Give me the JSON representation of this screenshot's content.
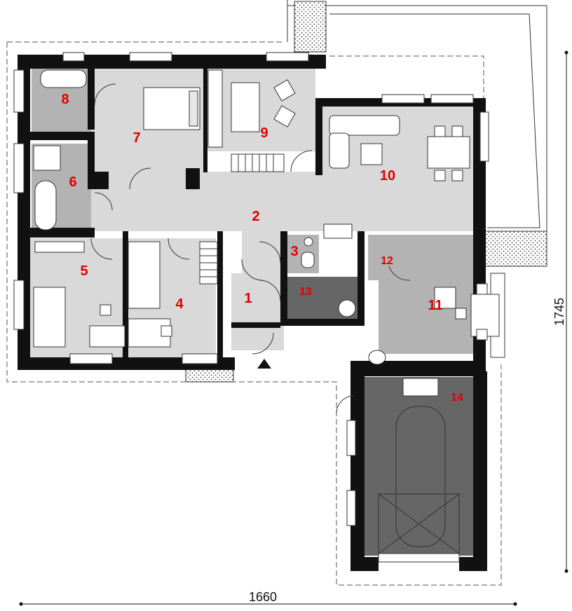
{
  "plan": {
    "rooms": [
      {
        "id": "1",
        "label": "1"
      },
      {
        "id": "2",
        "label": "2"
      },
      {
        "id": "3",
        "label": "3"
      },
      {
        "id": "4",
        "label": "4"
      },
      {
        "id": "5",
        "label": "5"
      },
      {
        "id": "6",
        "label": "6"
      },
      {
        "id": "7",
        "label": "7"
      },
      {
        "id": "8",
        "label": "8"
      },
      {
        "id": "9",
        "label": "9"
      },
      {
        "id": "10",
        "label": "10"
      },
      {
        "id": "11",
        "label": "11"
      },
      {
        "id": "12",
        "label": "12"
      },
      {
        "id": "13",
        "label": "13"
      },
      {
        "id": "14",
        "label": "14"
      }
    ],
    "dimensions": {
      "width": "1660",
      "depth": "1745"
    },
    "colors": {
      "wall": "#111111",
      "floor_light": "#d9d9d9",
      "floor_mid": "#b3b3b3",
      "floor_dark": "#666666",
      "label": "#e00000"
    }
  }
}
